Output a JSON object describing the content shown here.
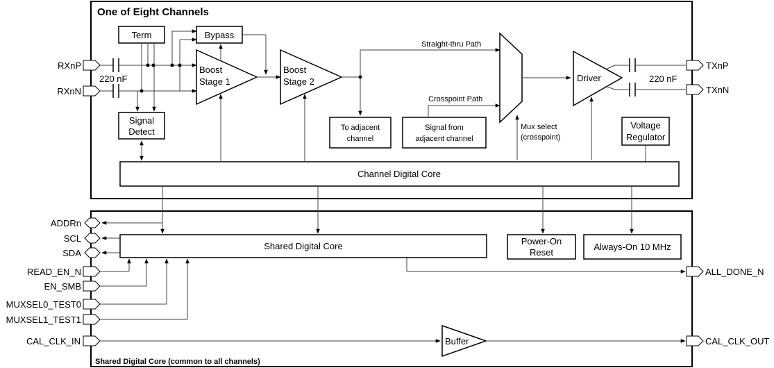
{
  "title": "One of Eight Channels",
  "footer_title": "Shared Digital Core (common to all channels)",
  "blocks": {
    "term": "Term",
    "bypass": "Bypass",
    "boost1": [
      "Boost",
      "Stage 1"
    ],
    "boost2": [
      "Boost",
      "Stage 2"
    ],
    "signal_detect": [
      "Signal",
      "Detect"
    ],
    "to_adjacent": [
      "To adjacent",
      "channel"
    ],
    "signal_from_adjacent": [
      "Signal from",
      "adjacent channel"
    ],
    "driver": "Driver",
    "voltage_regulator": [
      "Voltage",
      "Regulator"
    ],
    "channel_digital_core": "Channel Digital Core",
    "shared_digital_core": "Shared Digital Core",
    "power_on_reset": [
      "Power-On",
      "Reset"
    ],
    "always_on": "Always-On 10 MHz",
    "buffer": "Buffer"
  },
  "path_labels": {
    "straight_thru": "Straight-thru Path",
    "crosspoint": "Crosspoint Path",
    "mux_select": [
      "Mux select",
      "(crosspoint)"
    ],
    "cap_in": "220 nF",
    "cap_out": "220 nF"
  },
  "pins": {
    "rxnp": "RXnP",
    "rxnn": "RXnN",
    "txnp": "TXnP",
    "txnn": "TXnN",
    "addrn": "ADDRn",
    "scl": "SCL",
    "sda": "SDA",
    "read_en_n": "READ_EN_N",
    "en_smb": "EN_SMB",
    "muxsel0": "MUXSEL0_TEST0",
    "muxsel1": "MUXSEL1_TEST1",
    "cal_clk_in": "CAL_CLK_IN",
    "all_done_n": "ALL_DONE_N",
    "cal_clk_out": "CAL_CLK_OUT"
  }
}
